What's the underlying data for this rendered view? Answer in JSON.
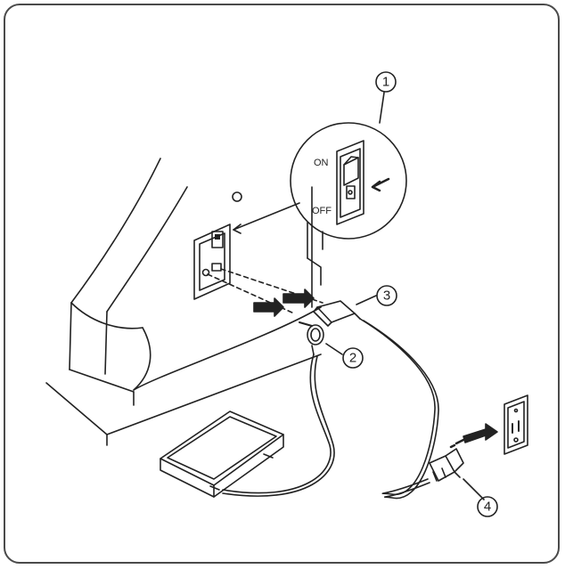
{
  "diagram": {
    "callouts": [
      {
        "id": "1",
        "label": "1"
      },
      {
        "id": "2",
        "label": "2"
      },
      {
        "id": "3",
        "label": "3"
      },
      {
        "id": "4",
        "label": "4"
      }
    ],
    "switch": {
      "on_label": "ON",
      "off_label": "OFF"
    },
    "colors": {
      "line": "#222222",
      "frame": "#4a4a4a",
      "background": "#ffffff"
    }
  }
}
